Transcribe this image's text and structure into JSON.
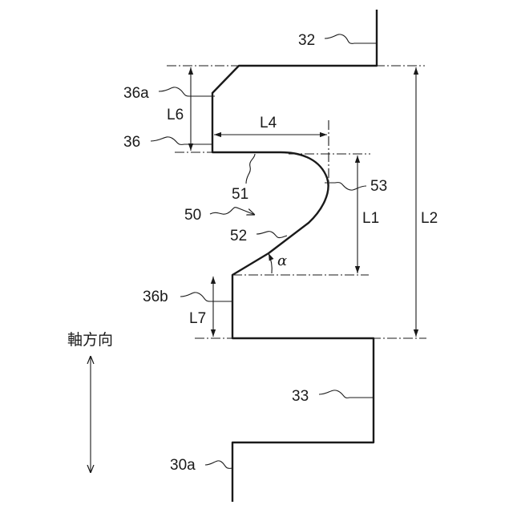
{
  "labels": {
    "ref_32": "32",
    "ref_36a": "36a",
    "ref_36": "36",
    "ref_36b": "36b",
    "ref_50": "50",
    "ref_51": "51",
    "ref_52": "52",
    "ref_53": "53",
    "ref_33": "33",
    "ref_30a": "30a"
  },
  "dimensions": {
    "L1": "L1",
    "L2": "L2",
    "L4": "L4",
    "L6": "L6",
    "L7": "L7",
    "angle": "α"
  },
  "axis_caption": "軸方向"
}
